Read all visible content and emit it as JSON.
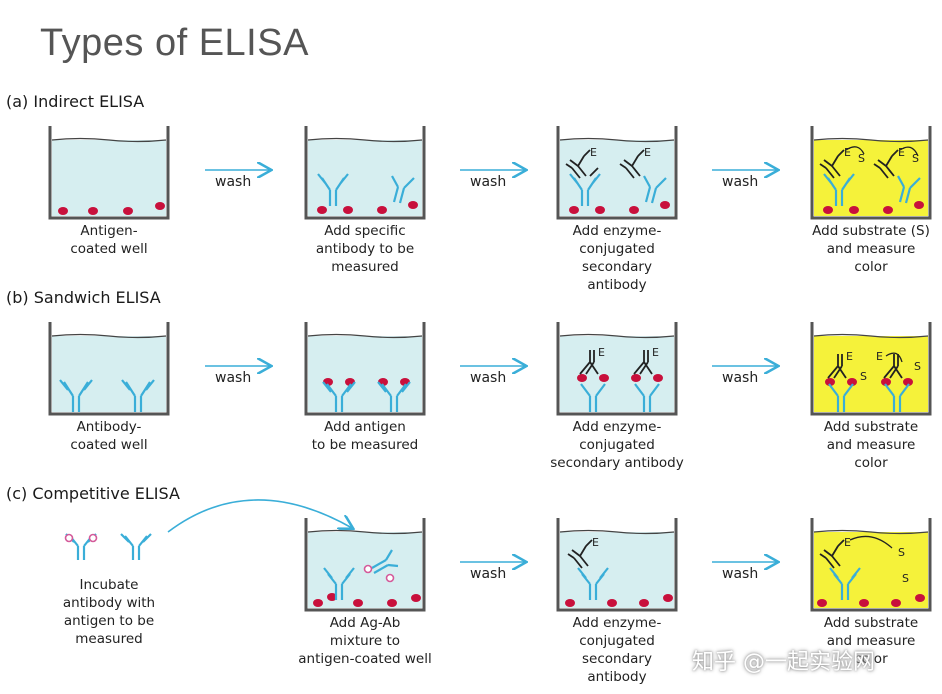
{
  "title": "Types of ELISA",
  "sections": {
    "a": "(a) Indirect ELISA",
    "b": "(b) Sandwich ELISA",
    "c": "(c) Competitive ELISA"
  },
  "wash_label": "wash",
  "captions": {
    "a1": "Antigen-\ncoated well",
    "a2": "Add specific\nantibody to be\nmeasured",
    "a3": "Add enzyme-\nconjugated\nsecondary\nantibody",
    "a4": "Add substrate (S)\nand measure\ncolor",
    "b1": "Antibody-\ncoated well",
    "b2": "Add antigen\nto be measured",
    "b3": "Add enzyme-\nconjugated\nsecondary antibody",
    "b4": "Add substrate\nand measure\ncolor",
    "c1": "Incubate\nantibody with\nantigen to be\nmeasured",
    "c2": "Add Ag-Ab\nmixture to\nantigen-coated well",
    "c3": "Add enzyme-\nconjugated\nsecondary\nantibody",
    "c4": "Add substrate\nand measure\ncolor"
  },
  "marks": {
    "enzyme": "E",
    "substrate": "S"
  },
  "watermark": "知乎 @一起实验网",
  "colors": {
    "well_liquid": "#d6eef0",
    "substrate_liquid": "#f5f23a",
    "well_outline": "#555555",
    "antigen": "#c8103c",
    "antibody": "#3aaed8",
    "secondary_antibody": "#222222",
    "arrow": "#3aaed8"
  }
}
